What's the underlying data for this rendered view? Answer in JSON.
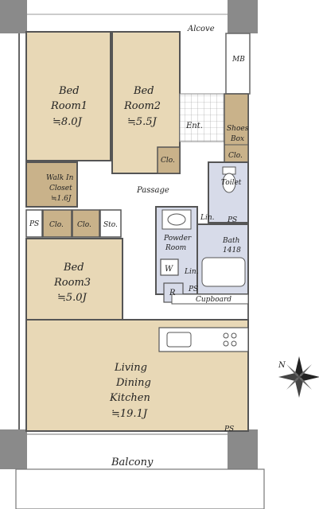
{
  "rooms": {
    "alcove": "Alcove",
    "mb": "MB",
    "bed1": {
      "name1": "Bed",
      "name2": "Room1",
      "size": "≒8.0J"
    },
    "bed2": {
      "name1": "Bed",
      "name2": "Room2",
      "size": "≒5.5J"
    },
    "entrance": "Ent.",
    "shoes_box": {
      "line1": "Shoes",
      "line2": "Box"
    },
    "clo_shoes": "Clo.",
    "clo_bed2": "Clo.",
    "walk_in": {
      "line1": "Walk In",
      "line2": "Closet",
      "size": "≒1.6J"
    },
    "passage": "Passage",
    "toilet": "Toilet",
    "ps_left": "PS",
    "clo_a": "Clo.",
    "clo_b": "Clo.",
    "sto": "Sto.",
    "lin_top": "Lin.",
    "ps_toilet": "PS",
    "powder": {
      "line1": "Powder",
      "line2": "Room"
    },
    "bath": {
      "line1": "Bath",
      "line2": "1418"
    },
    "w": "W",
    "lin_bottom": "Lin.",
    "ps_small": "PS",
    "bed3": {
      "name1": "Bed",
      "name2": "Room3",
      "size": "≒5.0J"
    },
    "r": "R",
    "cupboard": "Cupboard",
    "ldk": {
      "line1": "Living",
      "line2": "Dining",
      "line3": "Kitchen",
      "size": "≒19.1J"
    },
    "ps_ldk": "PS",
    "balcony": "Balcony"
  },
  "compass": {
    "label": "N"
  },
  "colors": {
    "room_fill": "#e8d8b6",
    "closet_fill": "#c9b28a",
    "wet_fill": "#d7dbe9",
    "wall": "#555555",
    "pillar": "#8a8a8a"
  }
}
